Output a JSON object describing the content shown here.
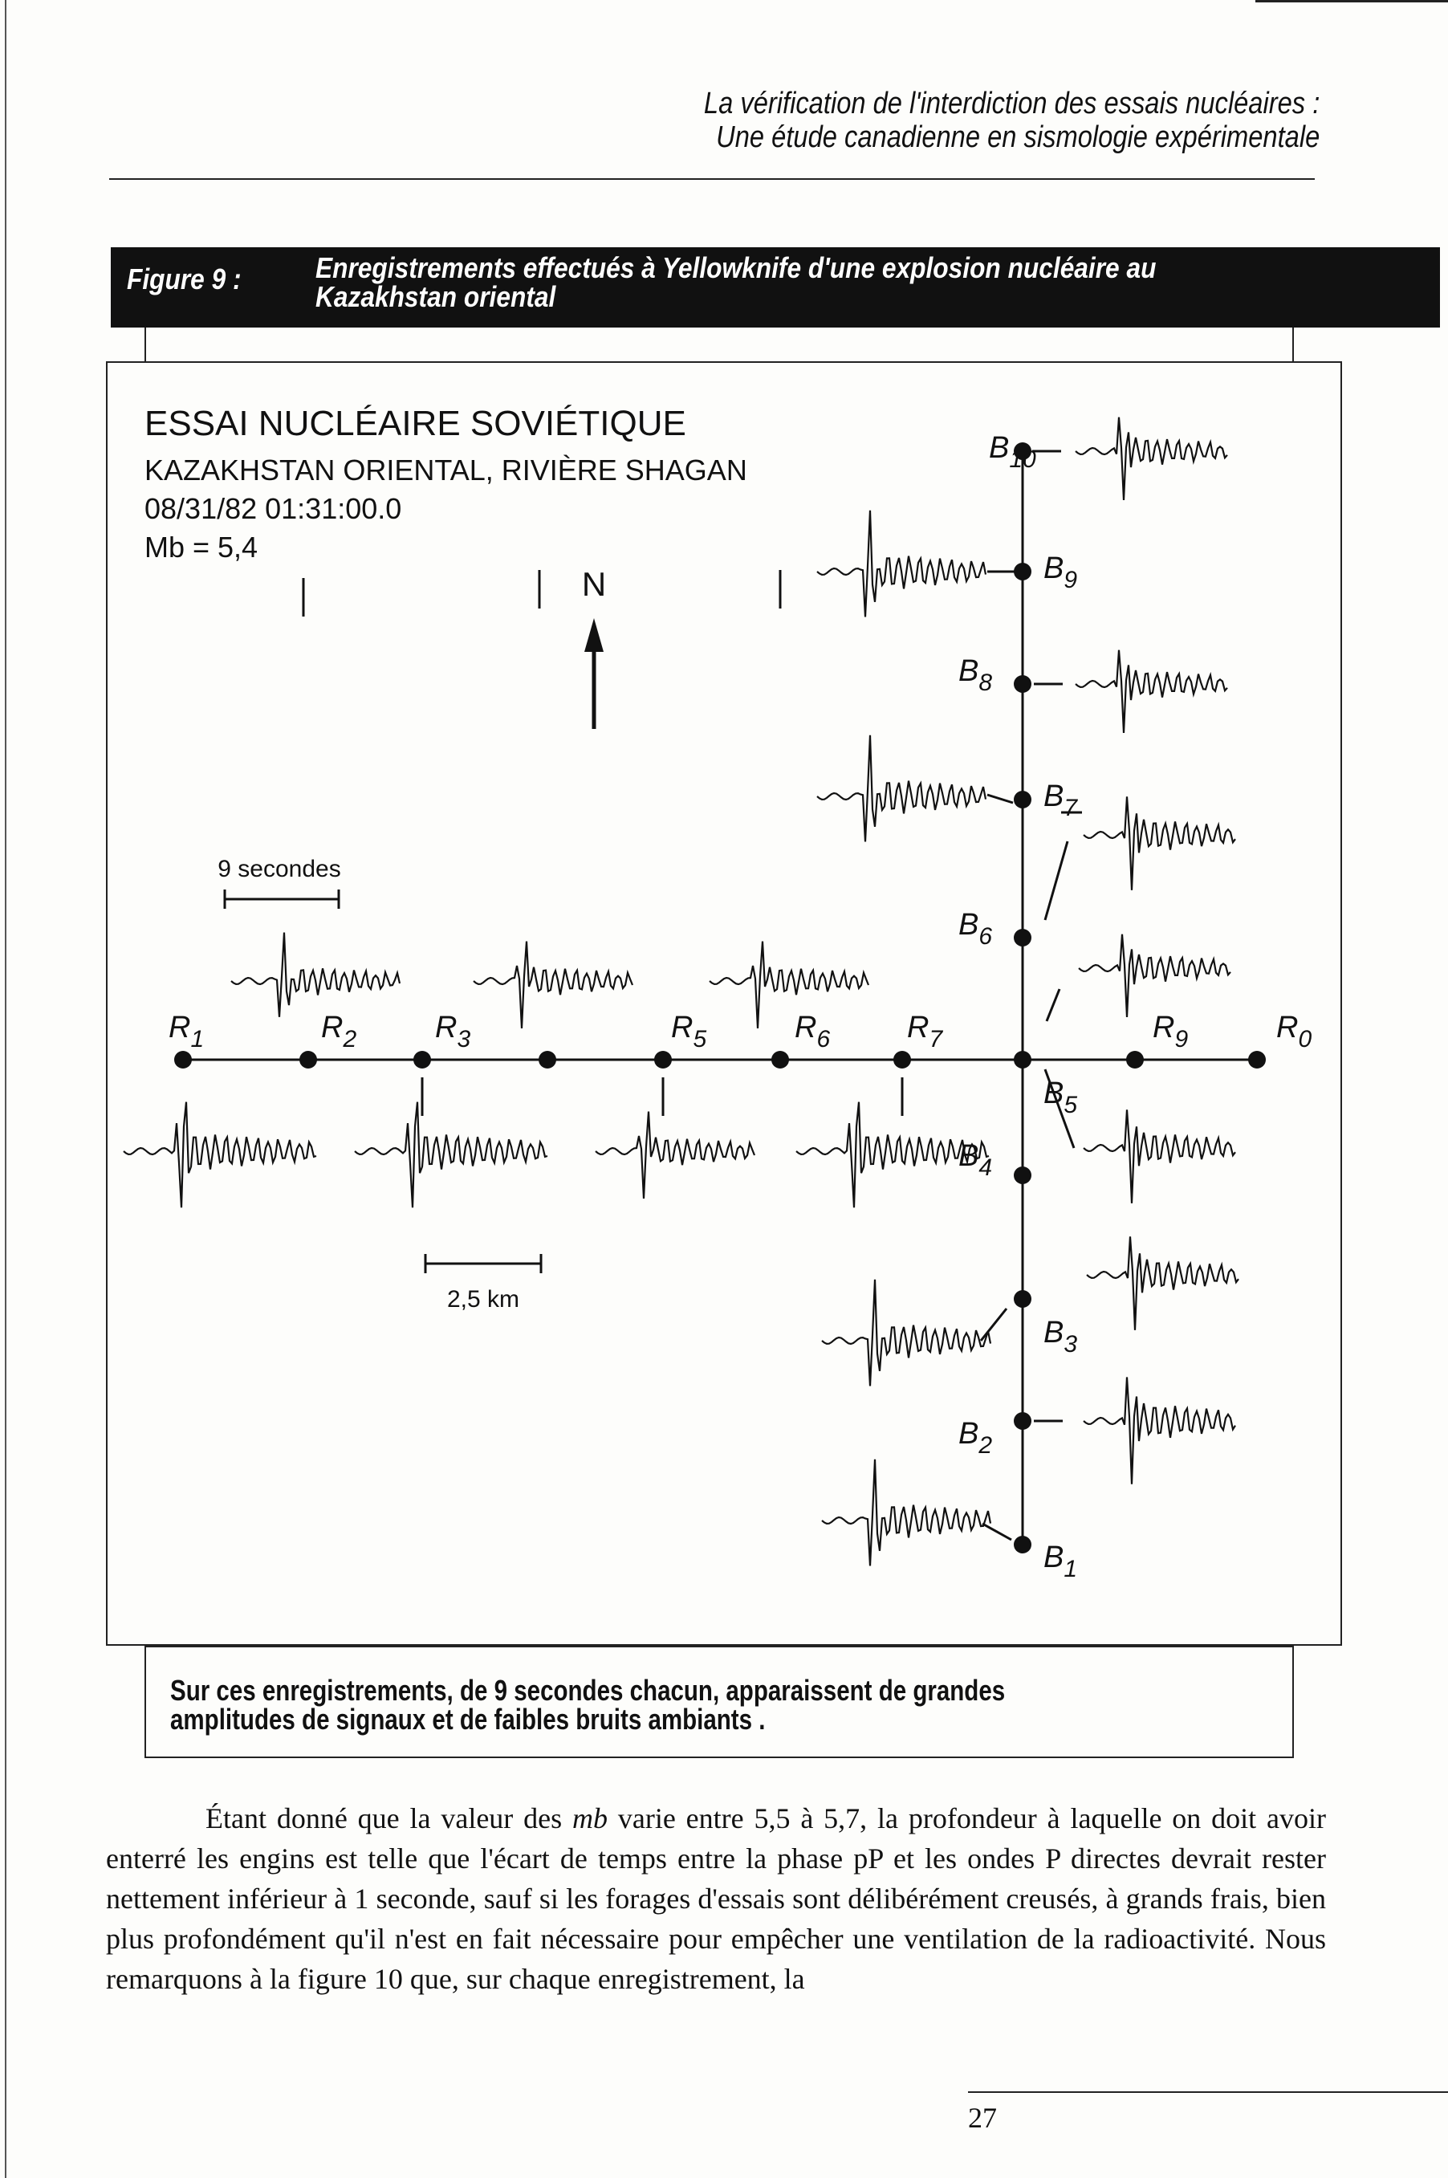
{
  "header": {
    "line1": "La vérification de l'interdiction des essais nucléaires :",
    "line2": "Une étude canadienne en sismologie expérimentale"
  },
  "figure": {
    "label": "Figure 9 :",
    "title_line1": "Enregistrements effectués à Yellowknife d'une explosion nucléaire au",
    "title_line2": "Kazakhstan oriental",
    "event": {
      "heading": "ESSAI NUCLÉAIRE SOVIÉTIQUE",
      "location": "KAZAKHSTAN ORIENTAL, RIVIÈRE SHAGAN",
      "datetime": "08/31/82 01:31:00.0",
      "magnitude": "Mb = 5,4"
    },
    "north": "N",
    "time_scale": "9 secondes",
    "distance_scale": "2,5 km",
    "stations": {
      "R": [
        "R1",
        "R2",
        "R3",
        "R5",
        "R6",
        "R7",
        "R9",
        "R0"
      ],
      "B": [
        "B10",
        "B9",
        "B8",
        "B7",
        "B6",
        "B5",
        "B4",
        "B3",
        "B2",
        "B1"
      ]
    },
    "caption_line1": "Sur ces enregistrements, de 9 secondes chacun, apparaissent de grandes",
    "caption_line2": "amplitudes de signaux et de faibles bruits ambiants ."
  },
  "body": {
    "pre": "Étant donné que la valeur des ",
    "symbol": "mb",
    "post": " varie entre 5,5 à 5,7, la profondeur à laquelle on doit avoir enterré les engins est telle que l'écart de temps entre la phase pP et les ondes P directes devrait rester nettement inférieur à 1 seconde, sauf si les forages d'essais sont délibérément creusés, à grands frais, bien plus profondément qu'il n'est en fait nécessaire pour empêcher une ventilation de la radioactivité. Nous remarquons à la figure 10 que, sur chaque enregistrement, la"
  },
  "page_number": "27"
}
